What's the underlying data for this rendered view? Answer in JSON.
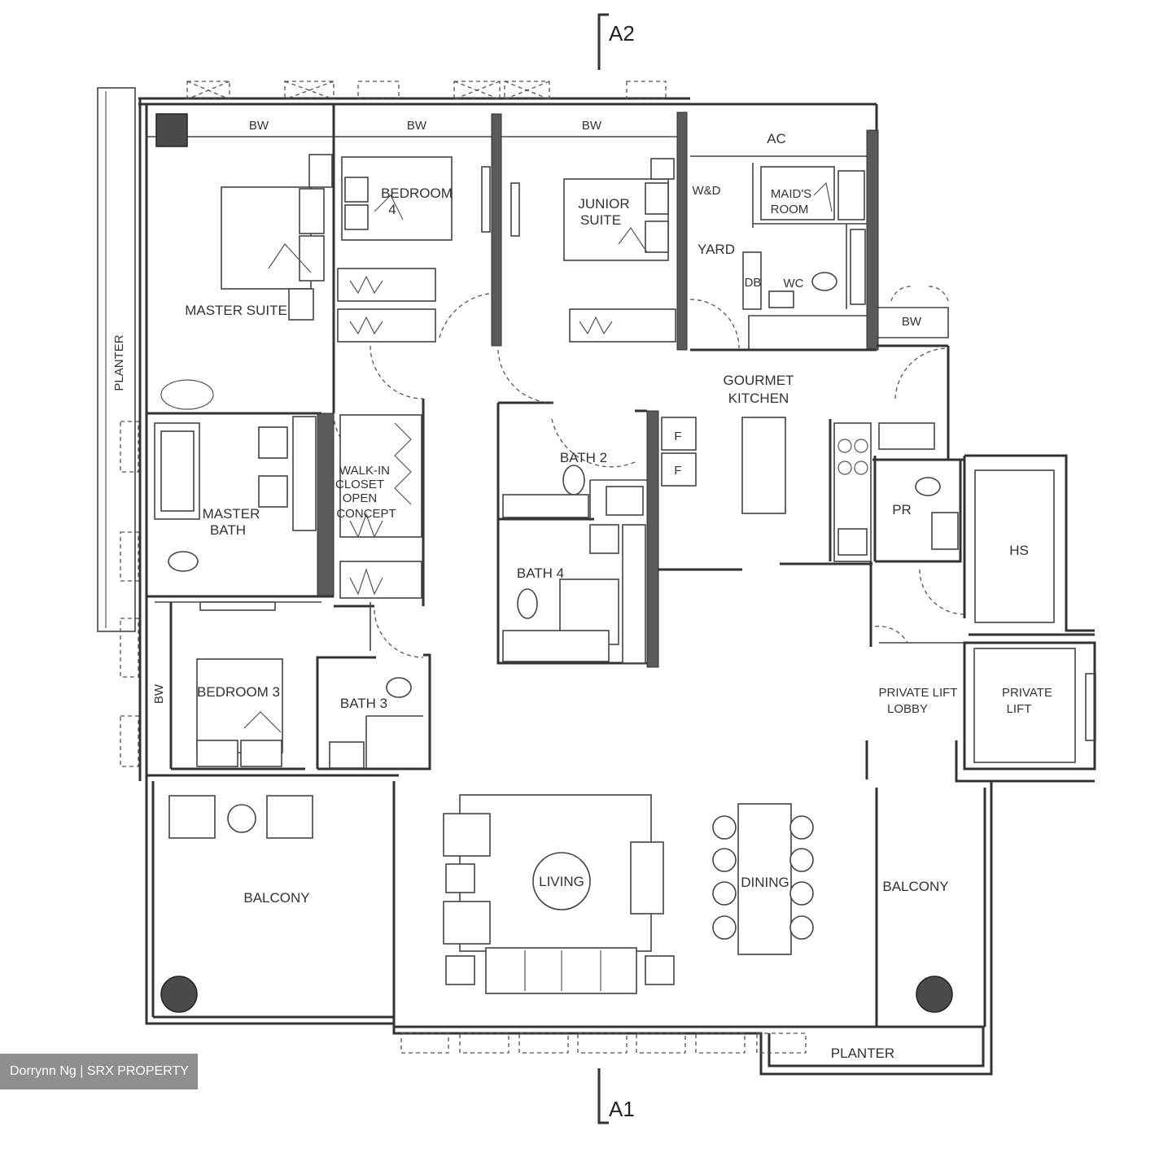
{
  "plan": {
    "sections": {
      "top": "A2",
      "bottom": "A1"
    },
    "rooms": {
      "master_suite": "MASTER SUITE",
      "bedroom4_a": "BEDROOM",
      "bedroom4_b": "4",
      "junior_a": "JUNIOR",
      "junior_b": "SUITE",
      "ac": "AC",
      "wd": "W&D",
      "maids_a": "MAID'S",
      "maids_b": "ROOM",
      "yard": "YARD",
      "wc": "WC",
      "db": "DB",
      "bw_1": "BW",
      "bw_2": "BW",
      "bw_3": "BW",
      "bw_4": "BW",
      "bw_5": "BW",
      "planter_left": "PLANTER",
      "gourmet_a": "GOURMET",
      "gourmet_b": "KITCHEN",
      "fridge_1": "F",
      "fridge_2": "F",
      "walkin_a": "WALK-IN",
      "walkin_b": "CLOSET",
      "walkin_c": "OPEN",
      "walkin_d": "CONCEPT",
      "master_bath_a": "MASTER",
      "master_bath_b": "BATH",
      "bath2": "BATH 2",
      "bath4": "BATH 4",
      "pr": "PR",
      "hs": "HS",
      "bedroom3": "BEDROOM 3",
      "bath3": "BATH 3",
      "lift_lobby_a": "PRIVATE LIFT",
      "lift_lobby_b": "LOBBY",
      "lift_a": "PRIVATE",
      "lift_b": "LIFT",
      "balcony_left": "BALCONY",
      "living": "LIVING",
      "dining": "DINING",
      "balcony_right": "BALCONY",
      "planter_bottom": "PLANTER"
    }
  },
  "credit": "Dorrynn Ng | SRX PROPERTY"
}
